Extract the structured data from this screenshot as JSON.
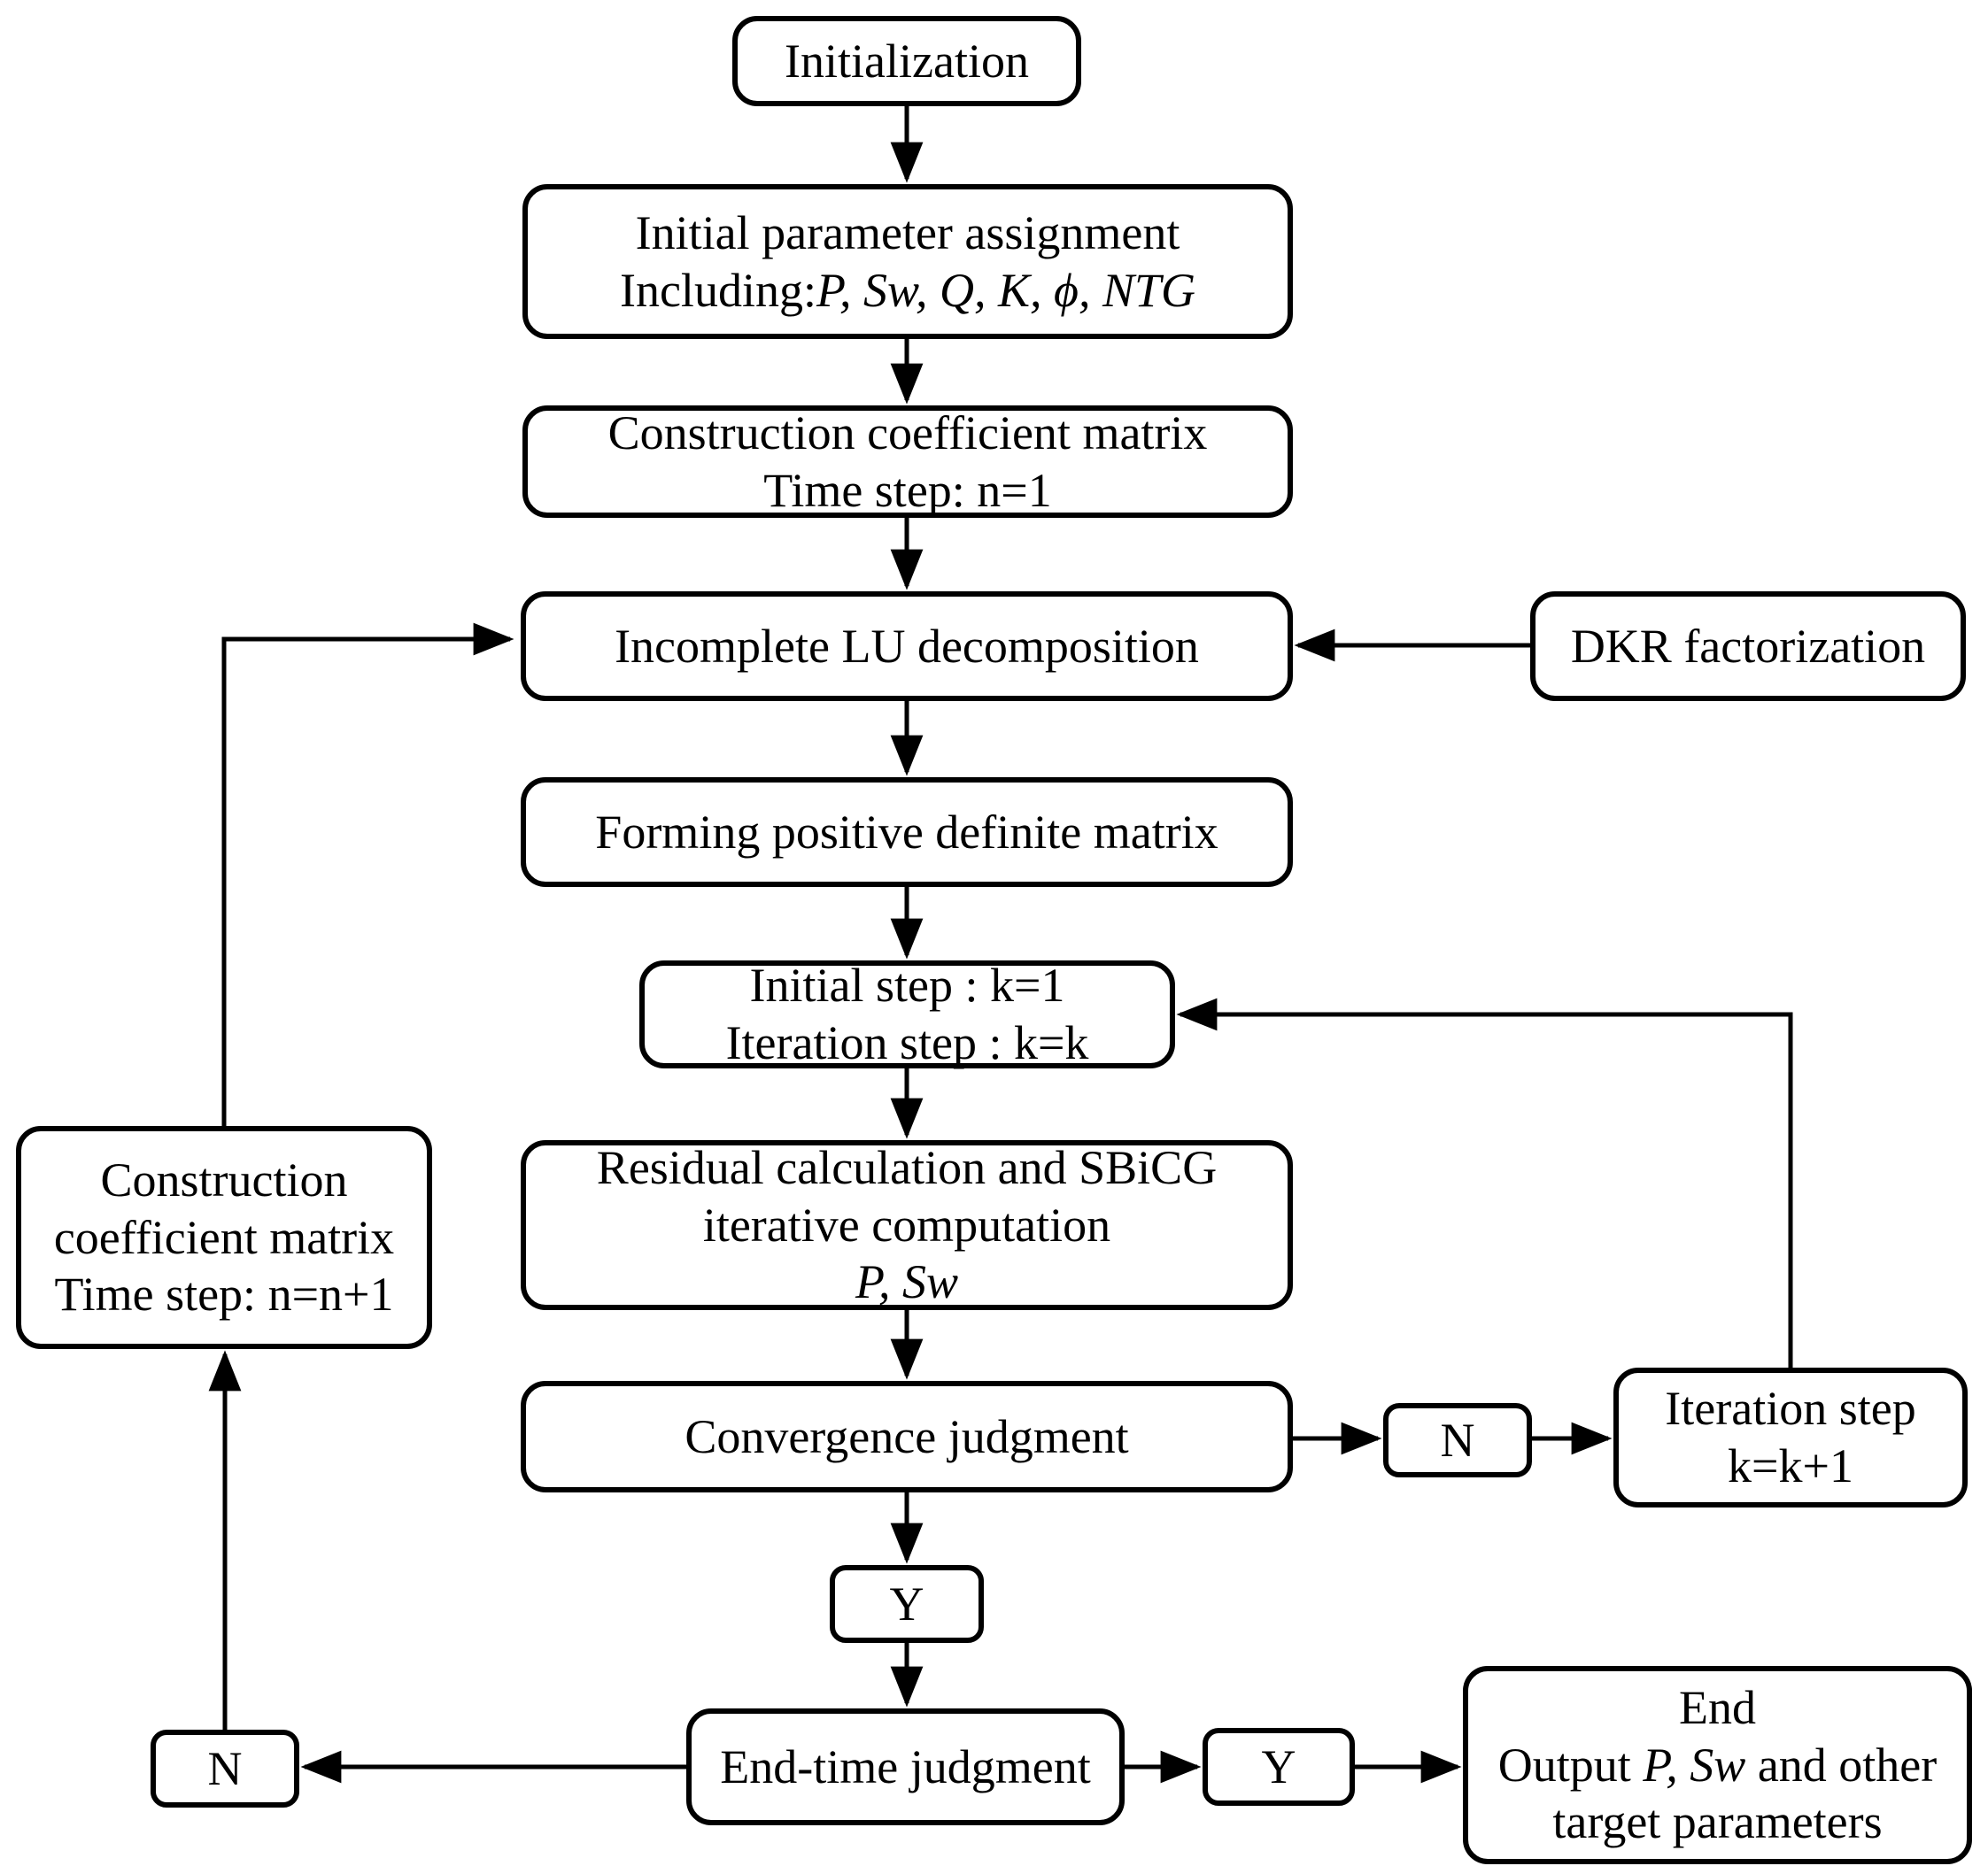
{
  "colors": {
    "line": "#000000",
    "box_border": "#000000",
    "box_fill": "#ffffff",
    "text": "#000000"
  },
  "nodes": {
    "initialization": {
      "label": "Initialization"
    },
    "param": {
      "line1": "Initial parameter assignment",
      "line2_prefix": "Including:",
      "line2_vars": "P, Sw, Q, K, ϕ, NTG"
    },
    "ccm1": {
      "line1": "Construction coefficient matrix",
      "line2": "Time step: n=1"
    },
    "lu": {
      "label": "Incomplete LU decomposition"
    },
    "dkr": {
      "label": "DKR factorization"
    },
    "forming": {
      "label": "Forming positive definite matrix"
    },
    "istep": {
      "line1": "Initial step : k=1",
      "line2": "Iteration step : k=k"
    },
    "residual": {
      "line1": "Residual calculation and SBiCG",
      "line2": "iterative computation",
      "line3_vars": "P, Sw"
    },
    "convergence": {
      "label": "Convergence judgment"
    },
    "n_right": {
      "label": "N"
    },
    "iteration": {
      "line1": "Iteration step",
      "line2": "k=k+1"
    },
    "y_mid": {
      "label": "Y"
    },
    "end_time": {
      "label": "End-time judgment"
    },
    "y_bottom": {
      "label": "Y"
    },
    "end": {
      "line1": "End",
      "line2_prefix": "Output ",
      "line2_vars": "P, Sw",
      "line2_suffix": " and other",
      "line3": "target parameters"
    },
    "n_left": {
      "label": "N"
    },
    "ccm2": {
      "line1": "Construction",
      "line2": "coefficient matrix",
      "line3": "Time step: n=n+1"
    }
  }
}
